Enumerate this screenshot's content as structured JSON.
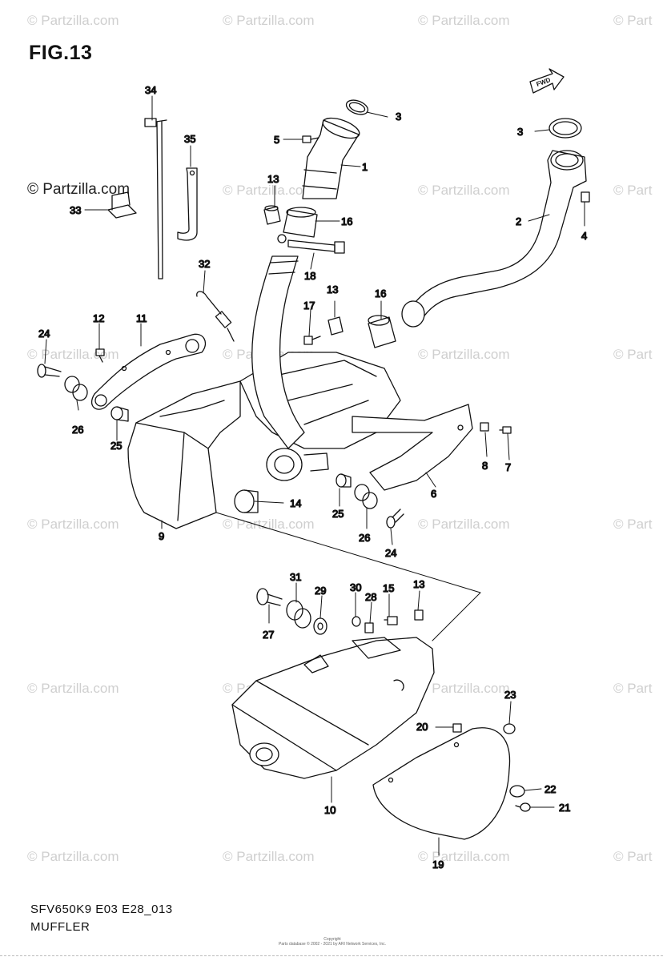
{
  "figure": {
    "title": "FIG.13",
    "code": "SFV650K9 E03 E28_013",
    "name": "MUFFLER"
  },
  "watermark": {
    "text": "© Partzilla.com",
    "short_text": "© Part",
    "main_text": "© Partzilla.com"
  },
  "fwd_arrow": "FWD",
  "footer": {
    "line1": "Copyright",
    "line2": "Parts database © 2002 - 2021 by ARI Network Services, Inc."
  },
  "callouts": [
    "1",
    "2",
    "3",
    "3",
    "4",
    "5",
    "6",
    "7",
    "8",
    "9",
    "10",
    "11",
    "12",
    "13",
    "13",
    "13",
    "14",
    "15",
    "16",
    "16",
    "17",
    "18",
    "19",
    "20",
    "21",
    "22",
    "23",
    "24",
    "24",
    "25",
    "25",
    "26",
    "26",
    "27",
    "28",
    "29",
    "30",
    "31",
    "32",
    "33",
    "34",
    "35"
  ]
}
